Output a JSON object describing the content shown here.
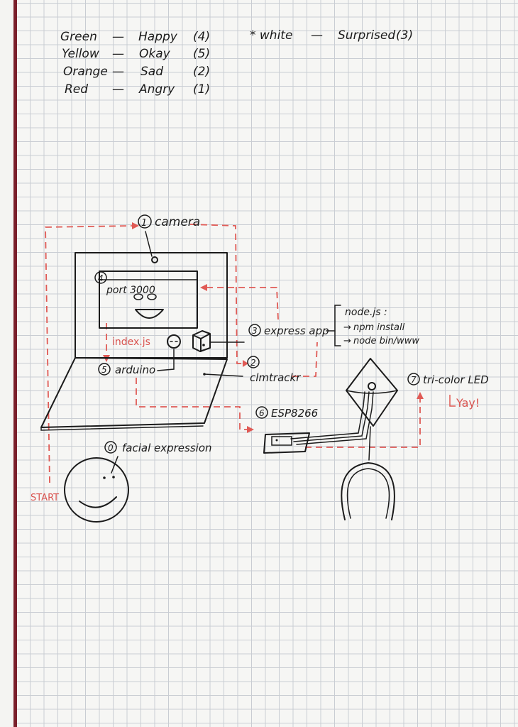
{
  "legend": {
    "rows": [
      {
        "color": "Green",
        "mood": "Happy",
        "code": "(4)"
      },
      {
        "color": "Yellow",
        "mood": "Okay",
        "code": "(5)"
      },
      {
        "color": "Orange",
        "mood": "Sad",
        "code": "(2)"
      },
      {
        "color": "Red",
        "mood": "Angry",
        "code": "(1)"
      }
    ],
    "dash": "—",
    "extra": {
      "color": "* white",
      "mood": "Surprised",
      "code": "(3)"
    }
  },
  "labels": {
    "camera_num": "1",
    "camera": "camera",
    "port_num": "4",
    "port": "port 3000",
    "express_num": "3",
    "express": "express app",
    "clm_num": "2",
    "clm": "clmtrackr",
    "arduino_num": "5",
    "arduino": "arduino",
    "index": "index.js",
    "esp_num": "6",
    "esp": "ESP8266",
    "led_num": "7",
    "led": "tri-color LED",
    "yay": "Yay!",
    "face_num": "0",
    "face": "facial expression",
    "start": "START"
  },
  "node_steps": {
    "title": "node.js :",
    "steps": [
      "npm install",
      "node bin/www"
    ]
  },
  "colors": {
    "ink": "#1b1b1b",
    "red_pen": "#e05a55",
    "binding": "#7a1f2b"
  }
}
